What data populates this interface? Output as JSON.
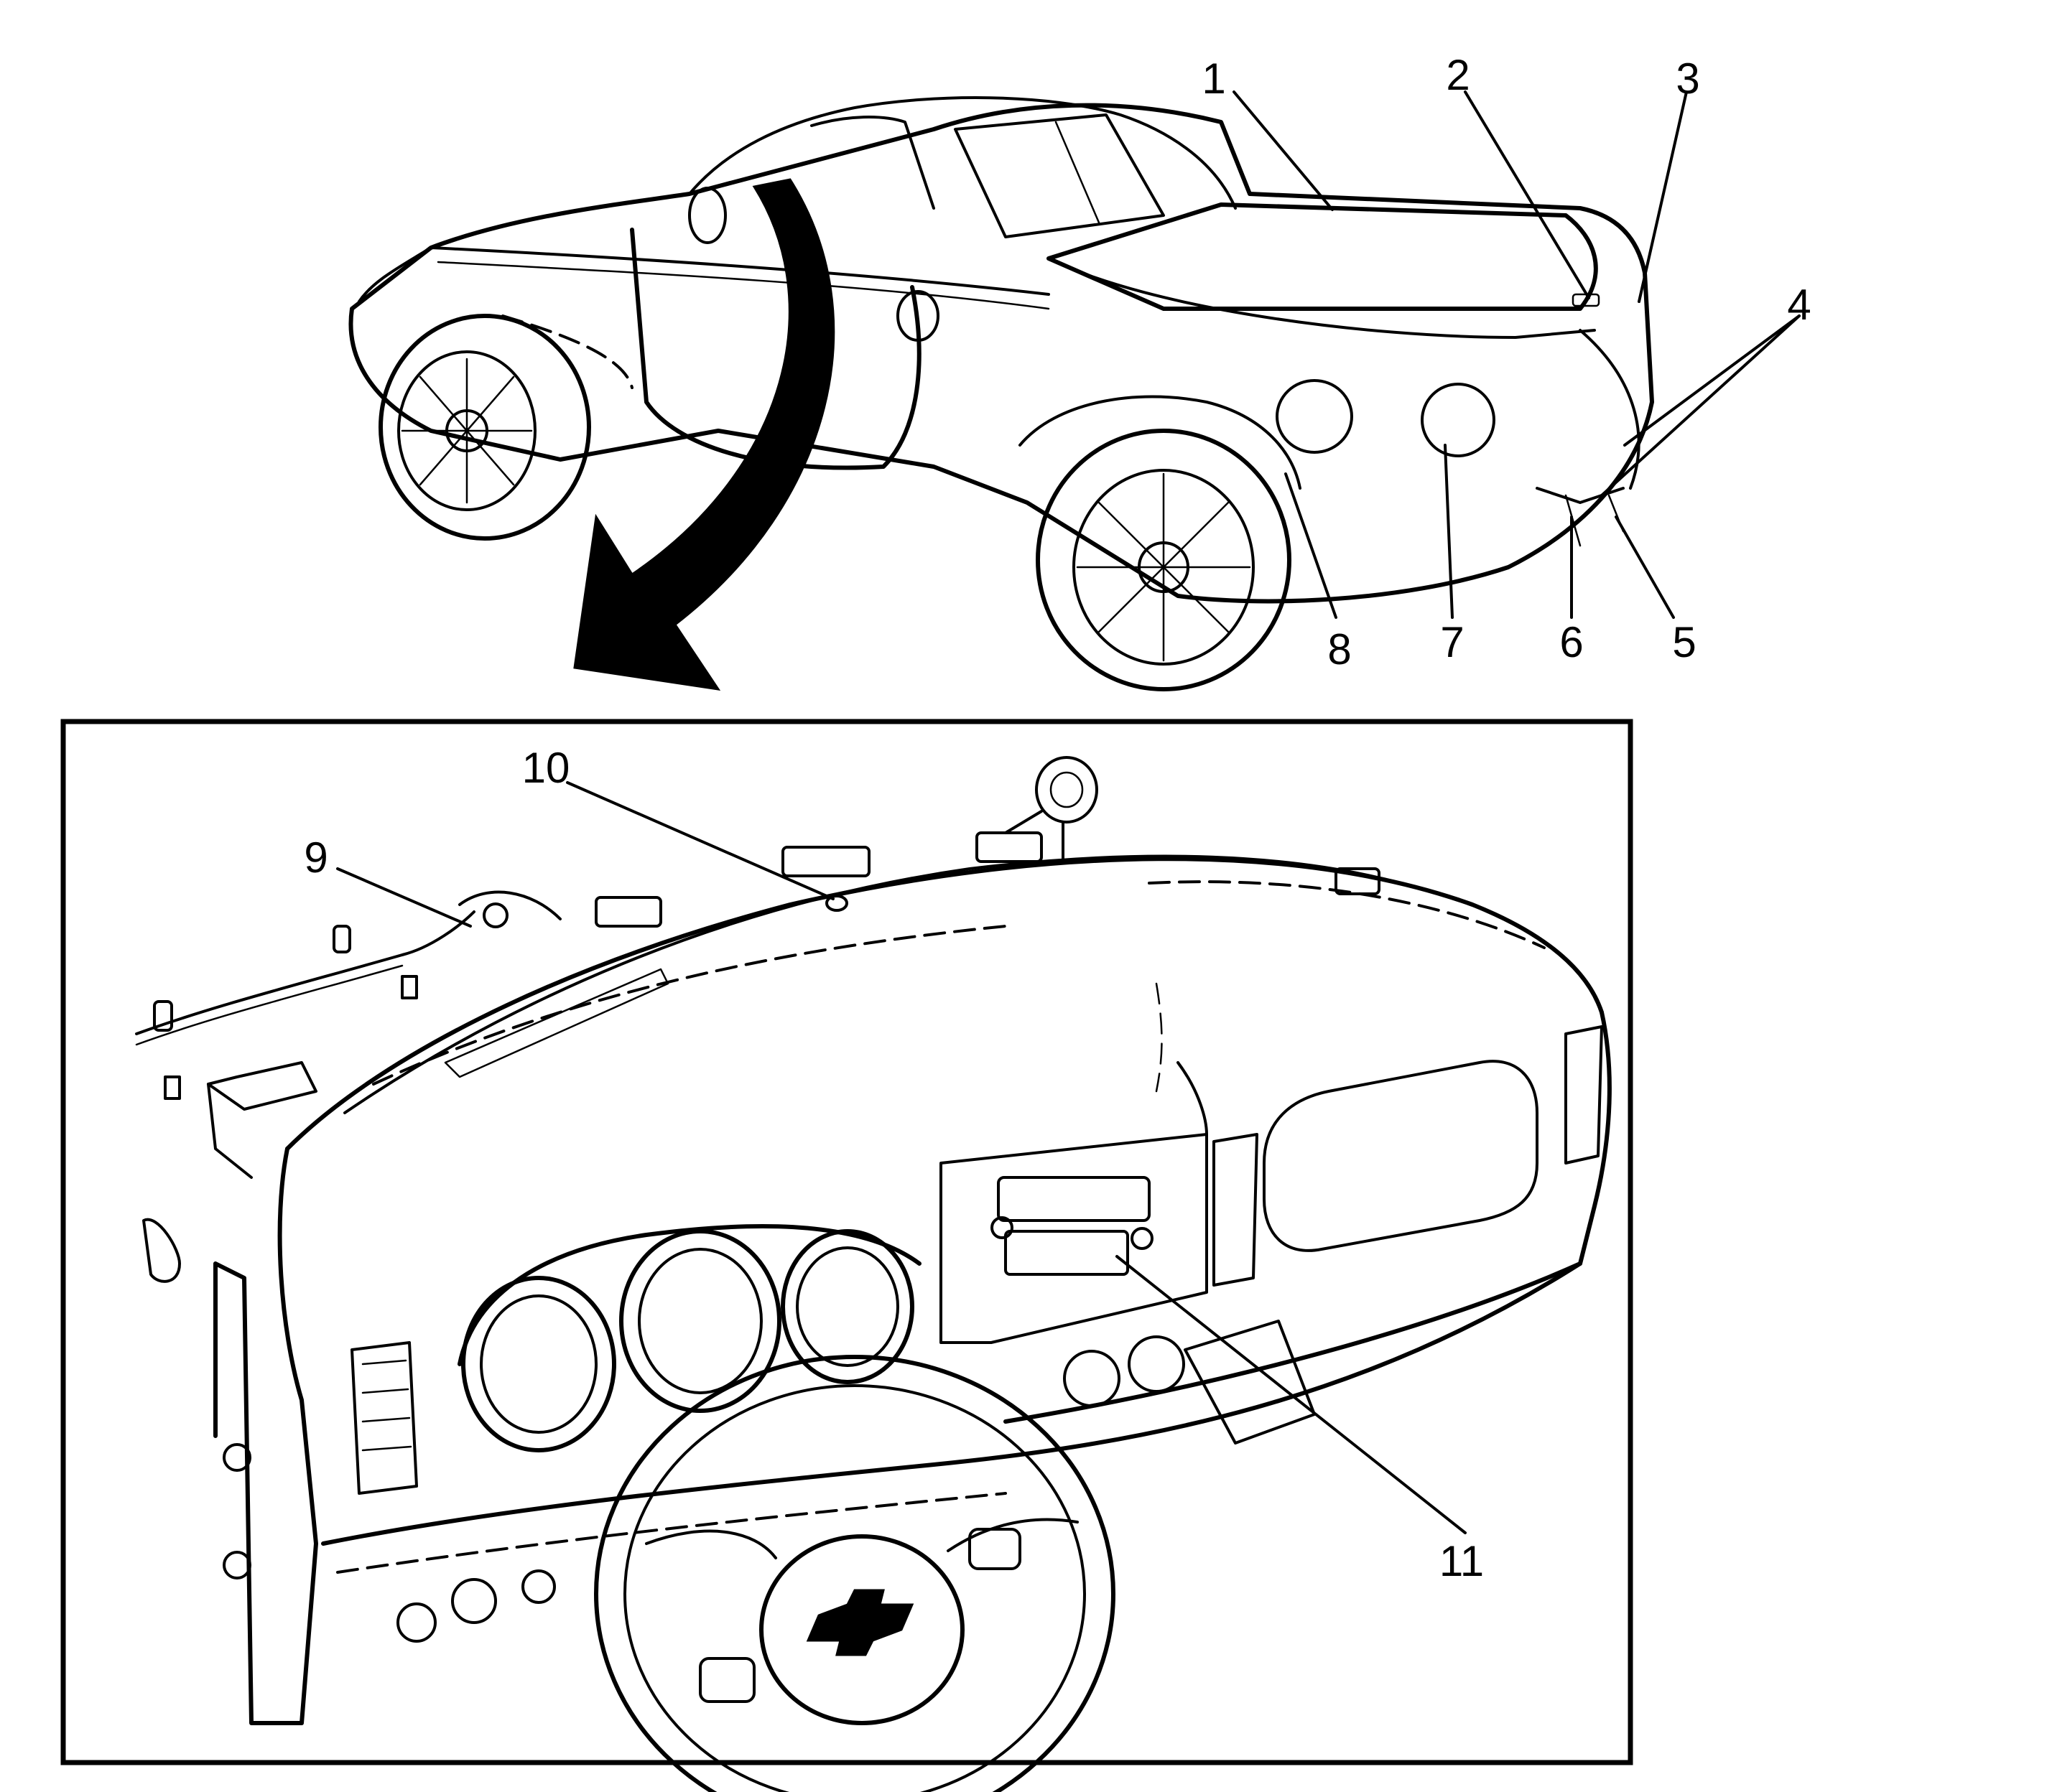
{
  "diagram": {
    "colors": {
      "ink": "#000000",
      "paper": "#ffffff"
    },
    "callouts": [
      {
        "id": "1",
        "label": "1"
      },
      {
        "id": "2",
        "label": "2"
      },
      {
        "id": "3",
        "label": "3"
      },
      {
        "id": "4",
        "label": "4"
      },
      {
        "id": "5",
        "label": "5"
      },
      {
        "id": "6",
        "label": "6"
      },
      {
        "id": "7",
        "label": "7"
      },
      {
        "id": "8",
        "label": "8"
      },
      {
        "id": "9",
        "label": "9"
      },
      {
        "id": "10",
        "label": "10"
      },
      {
        "id": "11",
        "label": "11"
      }
    ]
  }
}
